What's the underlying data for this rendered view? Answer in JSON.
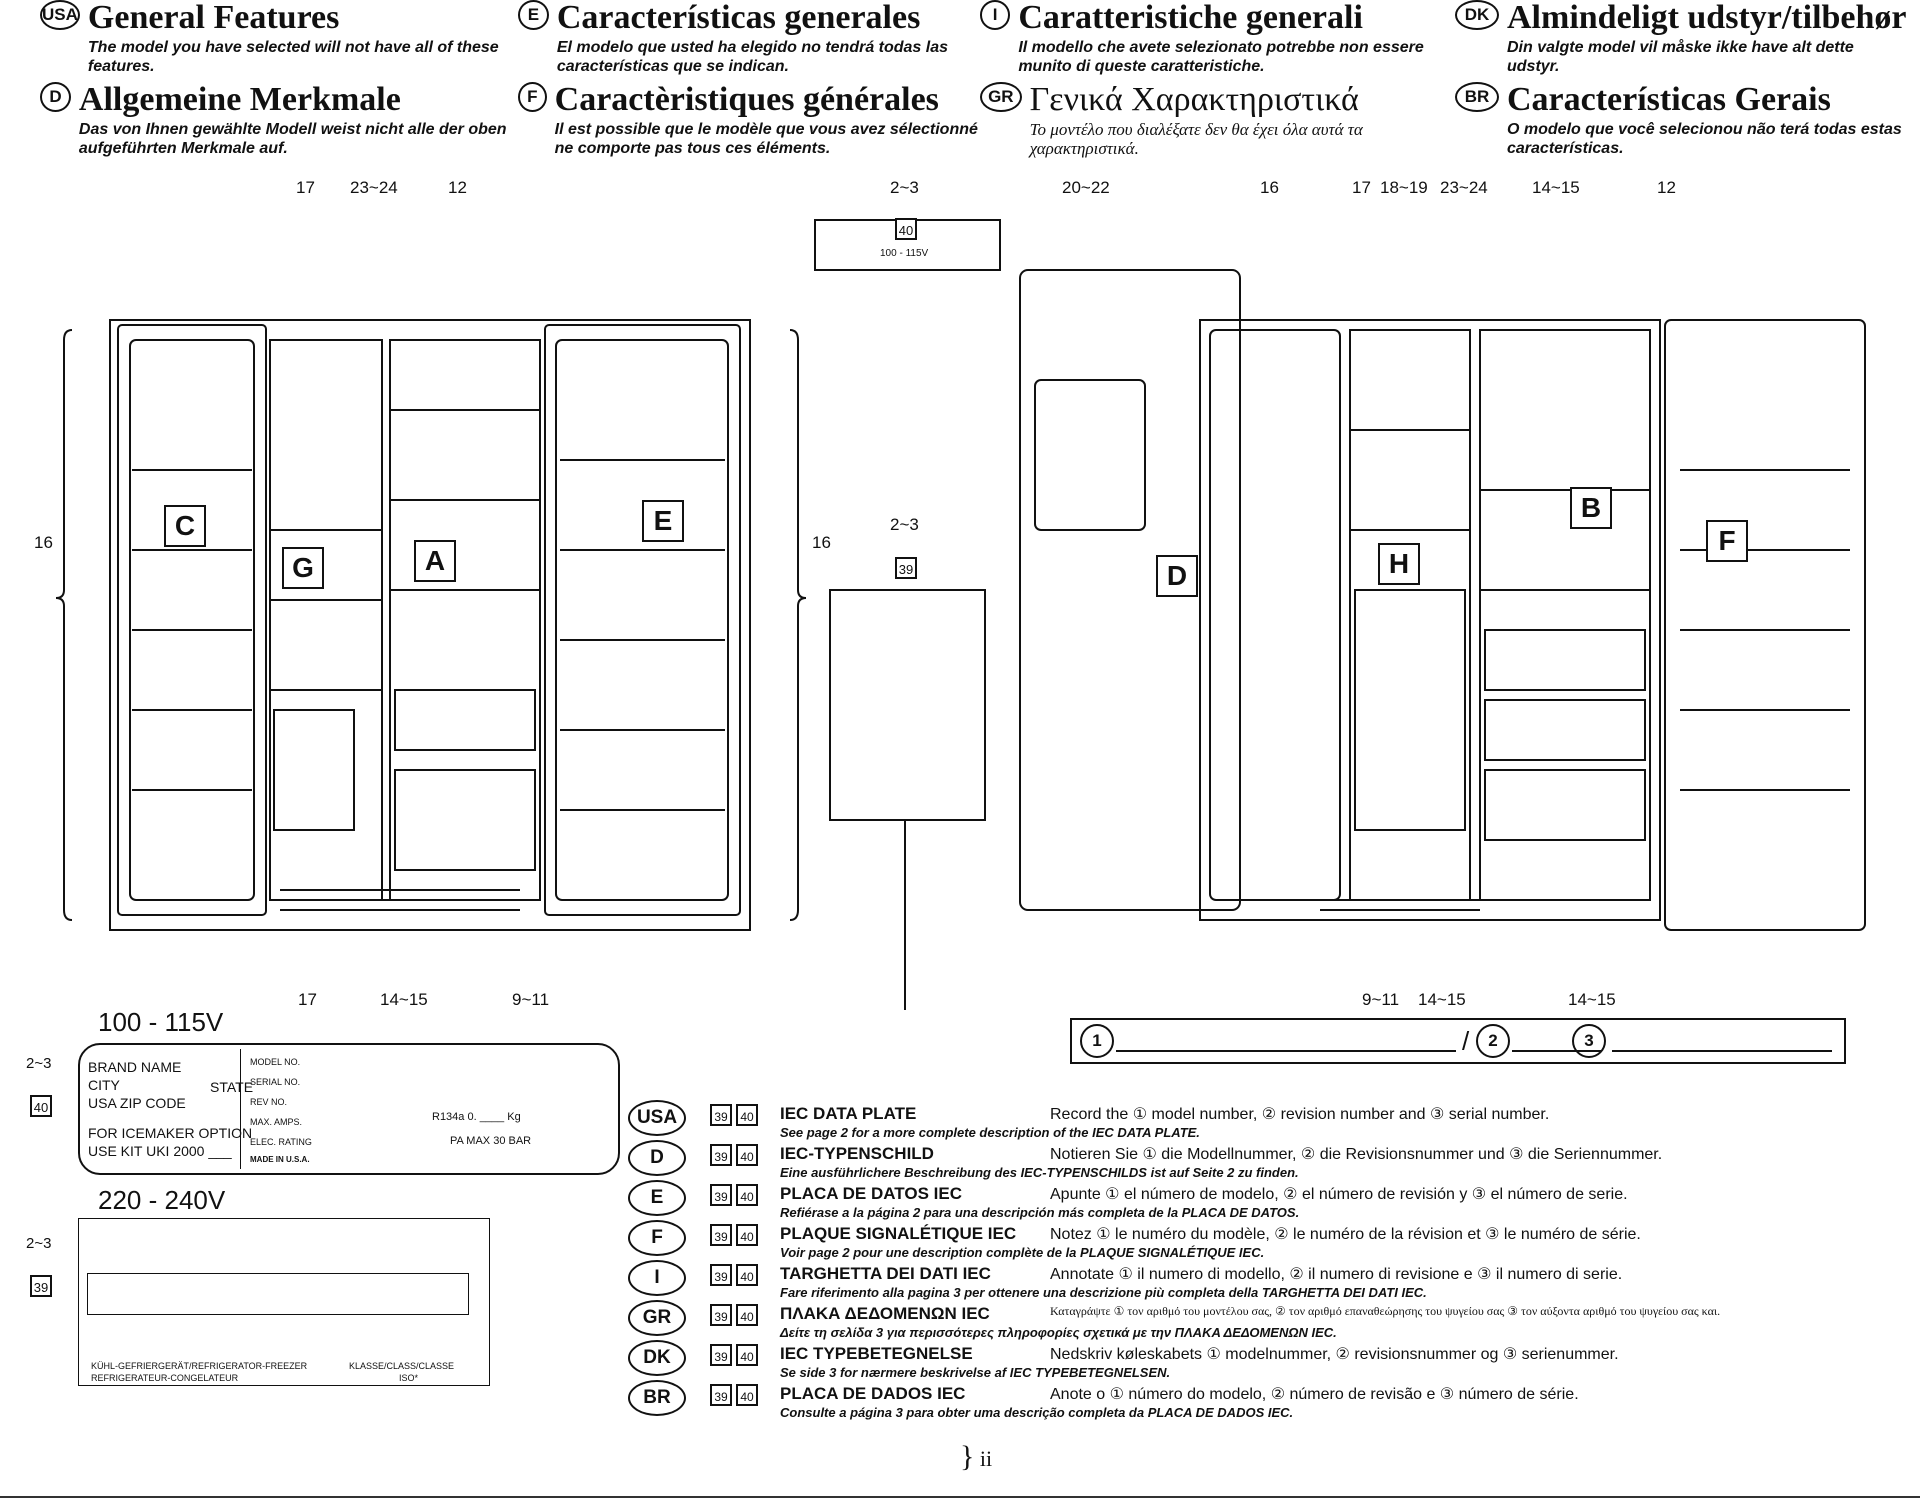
{
  "headers": [
    {
      "code": "USA",
      "title": "General Features",
      "subtitle": "The model you have selected will not have all of these features."
    },
    {
      "code": "E",
      "title": "Características generales",
      "subtitle": "El modelo que usted ha elegido no tendrá todas las características que se indican."
    },
    {
      "code": "I",
      "title": "Caratteristiche generali",
      "subtitle": "Il modello che avete selezionato potrebbe non essere munito di queste caratteristiche."
    },
    {
      "code": "DK",
      "title": "Almindeligt udstyr/tilbehør",
      "subtitle": "Din valgte model vil måske ikke have alt dette udstyr."
    },
    {
      "code": "D",
      "title": "Allgemeine Merkmale",
      "subtitle": "Das von Ihnen gewählte Modell weist nicht alle der oben aufgeführten Merkmale auf."
    },
    {
      "code": "F",
      "title": "Caractèristiques générales",
      "subtitle": "Il est possible que le modèle que vous avez sélectionné ne comporte pas tous ces éléments."
    },
    {
      "code": "GR",
      "title": "Γενικά Χαρακτηριστικά",
      "subtitle": "Το μοντέλο που διαλέξατε δεν θα έχει όλα αυτά τα χαρακτηριστικά."
    },
    {
      "code": "BR",
      "title": "Características Gerais",
      "subtitle": "O modelo que você selecionou não terá todas estas características."
    }
  ],
  "diagram": {
    "top_groups_left": [
      "17",
      "23~24",
      "12"
    ],
    "top_groups_center": "2~3",
    "top_groups_right": [
      "20~22",
      "16",
      "17",
      "18~19",
      "23~24",
      "14~15",
      "12"
    ],
    "side_label": "16",
    "mid_label": "2~3",
    "bottom_groups_left": [
      "17",
      "14~15",
      "9~11"
    ],
    "bottom_groups_right": [
      "9~11",
      "14~15",
      "14~15"
    ],
    "sections": [
      "C",
      "G",
      "A",
      "E",
      "D",
      "H",
      "B",
      "F"
    ],
    "voltage_small": "100 - 115V",
    "box_40": "40",
    "box_39": "39"
  },
  "plate_100": {
    "voltage": "100 - 115V",
    "brand": "BRAND NAME",
    "city": "CITY",
    "state": "STATE",
    "usa_zip": "USA   ZIP CODE",
    "icemaker": "FOR ICEMAKER OPTION",
    "use_kit": "USE KIT UKI 2000 ___",
    "model_no": "MODEL NO.",
    "serial_no": "SERIAL NO.",
    "rev_no": "REV NO.",
    "max_amps": "MAX. AMPS.",
    "elec_rating": "ELEC. RATING",
    "made_in": "MADE IN U.S.A.",
    "refrigerant": "R134a 0. ____ Kg",
    "pa_max": "PA MAX 30 BAR",
    "group": "2~3",
    "box": "40"
  },
  "plate_220": {
    "voltage": "220 - 240V",
    "line1": "KÜHL-GEFRIERGERÄT/REFRIGERATOR-FREEZER",
    "line2": "REFRIGERATEUR-CONGELATEUR",
    "classe": "KLASSE/CLASS/CLASSE",
    "iso": "ISO*",
    "group": "2~3",
    "box": "39"
  },
  "record_fields": {
    "sep": "/"
  },
  "languages": [
    {
      "code": "USA",
      "title": "IEC DATA PLATE",
      "instruction": "Record the ① model number, ② revision number and ③ serial number.",
      "ref": "See page 2 for a more complete description of the IEC DATA PLATE."
    },
    {
      "code": "D",
      "title": "IEC-TYPENSCHILD",
      "instruction": "Notieren Sie ① die Modellnummer, ② die Revisionsnummer und ③ die Seriennummer.",
      "ref": "Eine ausführlichere Beschreibung des IEC-TYPENSCHILDS ist auf Seite 2 zu finden."
    },
    {
      "code": "E",
      "title": "PLACA DE DATOS IEC",
      "instruction": "Apunte ① el número de modelo, ② el número de revisión y ③ el número de serie.",
      "ref": "Refiérase a la página 2 para una descripción más completa de la PLACA DE DATOS."
    },
    {
      "code": "F",
      "title": "PLAQUE SIGNALÉTIQUE IEC",
      "instruction": "Notez ① le numéro du modèle, ② le numéro de la révision et ③ le numéro de série.",
      "ref": "Voir page 2 pour une description complète de la PLAQUE SIGNALÉTIQUE IEC."
    },
    {
      "code": "I",
      "title": "TARGHETTA DEI DATI IEC",
      "instruction": "Annotate ① il numero di modello, ② il numero di revisione e ③ il numero di serie.",
      "ref": "Fare riferimento alla pagina 3 per ottenere una descrizione più completa della TARGHETTA DEI DATI IEC."
    },
    {
      "code": "GR",
      "title": "ΠΛΑΚΑ ΔΕΔΟΜΕΝΩΝ IEC",
      "instruction": "Καταγράψτε ① τον αριθμό του μοντέλου σας, ② τον αριθμό επαναθεώρησης του ψυγείου σας ③ τον αύξοντα αριθμό του ψυγείου σας και.",
      "ref": "Δείτε τη σελίδα 3 για περισσότερες πληροφορίες σχετικά με την ΠΛΑΚΑ ΔΕΔΟΜΕΝΩΝ IEC."
    },
    {
      "code": "DK",
      "title": "IEC TYPEBETEGNELSE",
      "instruction": "Nedskriv køleskabets ① modelnummer, ② revisionsnummer og ③ serienummer.",
      "ref": "Se side 3 for nærmere beskrivelse af IEC TYPEBETEGNELSEN."
    },
    {
      "code": "BR",
      "title": "PLACA DE DADOS IEC",
      "instruction": "Anote o ① número do modelo, ② número de revisão e ③ número de série.",
      "ref": "Consulte a página 3 para obter uma descrição completa da PLACA DE DADOS IEC."
    }
  ],
  "page_number": "ii"
}
